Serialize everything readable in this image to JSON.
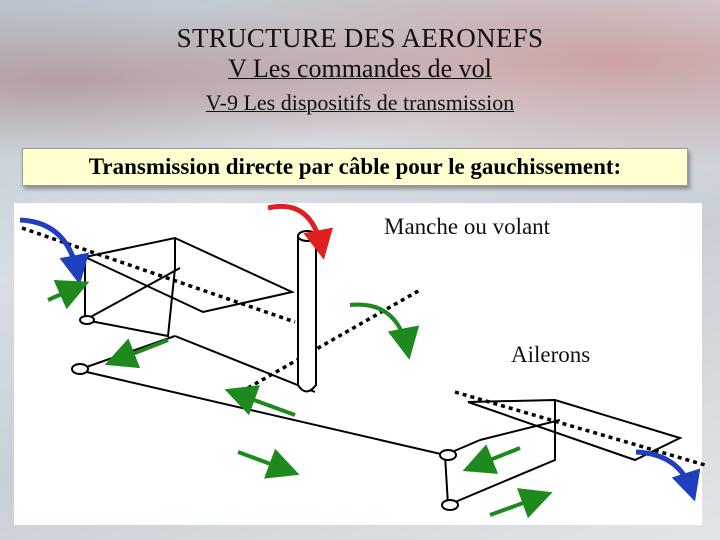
{
  "header": {
    "title": "STRUCTURE DES AERONEFS",
    "chapter": "V Les commandes de vol",
    "section": "V-9 Les dispositifs de transmission"
  },
  "banner": {
    "text": "Transmission directe par câble pour le gauchissement:"
  },
  "diagram": {
    "label_control": "Manche   ou volant",
    "label_ailerons": "Ailerons",
    "colors": {
      "cable_arrows": "#1e8a1e",
      "stick_rotation": "#e02020",
      "aileron_rotation": "#1f3fbf",
      "linework": "#000000",
      "panel": "#ffffff"
    }
  }
}
